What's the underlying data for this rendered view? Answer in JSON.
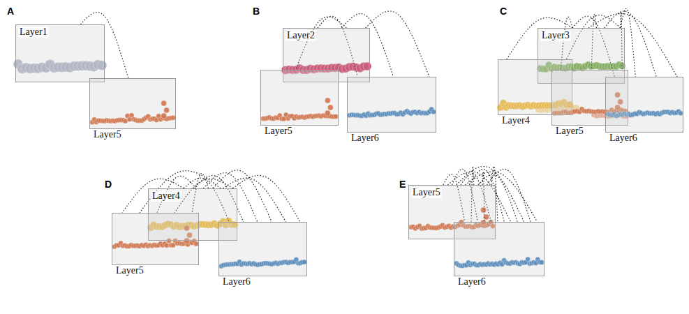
{
  "diagram": {
    "nodes": [
      {
        "text": [
          "Layer1"
        ]
      },
      {
        "text": [
          "Layer5"
        ]
      },
      {
        "text": [
          "Layer2"
        ]
      },
      {
        "text": [
          "Layer5"
        ]
      },
      {
        "text": [
          "Layer6"
        ]
      },
      {
        "text": [
          "Layer3"
        ]
      },
      {
        "text": [
          "Layer4"
        ]
      },
      {
        "text": [
          "Layer5"
        ]
      },
      {
        "text": [
          "Layer6"
        ]
      },
      {
        "text": [
          "Layer4"
        ]
      },
      {
        "text": [
          "Layer5"
        ]
      },
      {
        "text": [
          "Layer6"
        ]
      },
      {
        "text": [
          "Layer5"
        ]
      },
      {
        "text": [
          "Layer6"
        ]
      }
    ],
    "edges": [
      {
        "from": 0,
        "to": 1,
        "arrow": "none"
      },
      {
        "from": 2,
        "to": 3,
        "arrow": "none"
      },
      {
        "from": 2,
        "to": 4,
        "arrow": "none"
      },
      {
        "from": 5,
        "to": 6,
        "arrow": "none"
      },
      {
        "from": 5,
        "to": 7,
        "arrow": "none"
      },
      {
        "from": 5,
        "to": 8,
        "arrow": "none"
      },
      {
        "from": 9,
        "to": 10,
        "arrow": "none"
      },
      {
        "from": 9,
        "to": 11,
        "arrow": "none"
      },
      {
        "from": 12,
        "to": 13,
        "arrow": "none"
      }
    ],
    "labels": [
      "A",
      "B",
      "C",
      "D",
      "E"
    ]
  }
}
